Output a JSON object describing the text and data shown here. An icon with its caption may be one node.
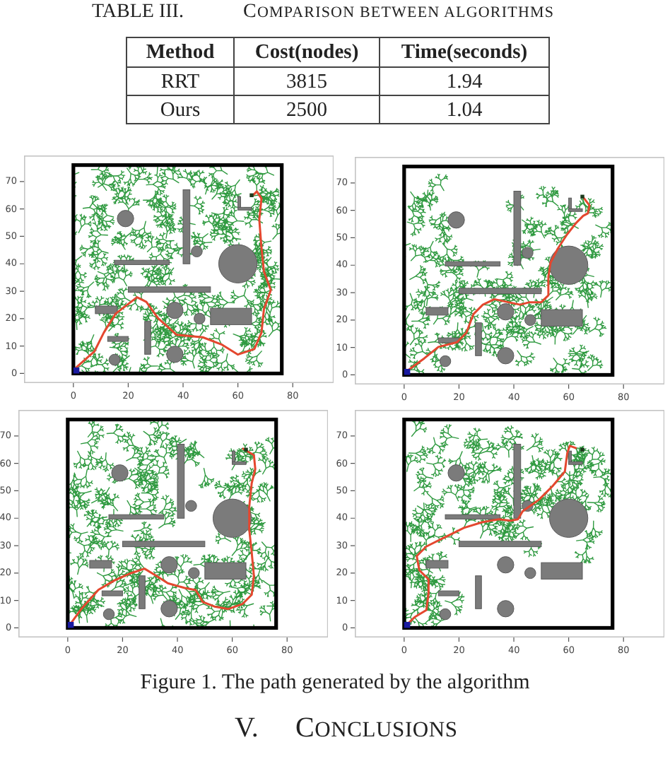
{
  "diagram": {
    "caption": "Figure 1. The path generated by the algorithm",
    "labels": [
      "TABLE III.",
      "COMPARISON BETWEEN ALGORITHMS",
      "Method",
      "Cost(nodes)",
      "Time(seconds)",
      "RRT",
      "3815",
      "1.94",
      "Ours",
      "2500",
      "1.04",
      "70",
      "60",
      "50",
      "40",
      "30",
      "20",
      "10",
      "0",
      "0",
      "20",
      "40",
      "60",
      "80",
      "70",
      "60",
      "50",
      "40",
      "30",
      "20",
      "10",
      "0",
      "0",
      "20",
      "40",
      "60",
      "80",
      "70",
      "60",
      "50",
      "40",
      "30",
      "20",
      "10",
      "0",
      "0",
      "20",
      "40",
      "60",
      "80",
      "70",
      "60",
      "50",
      "40",
      "30",
      "20",
      "10",
      "0",
      "0",
      "20",
      "40",
      "60",
      "80",
      "V.",
      "CONCLUSIONS"
    ]
  }
}
